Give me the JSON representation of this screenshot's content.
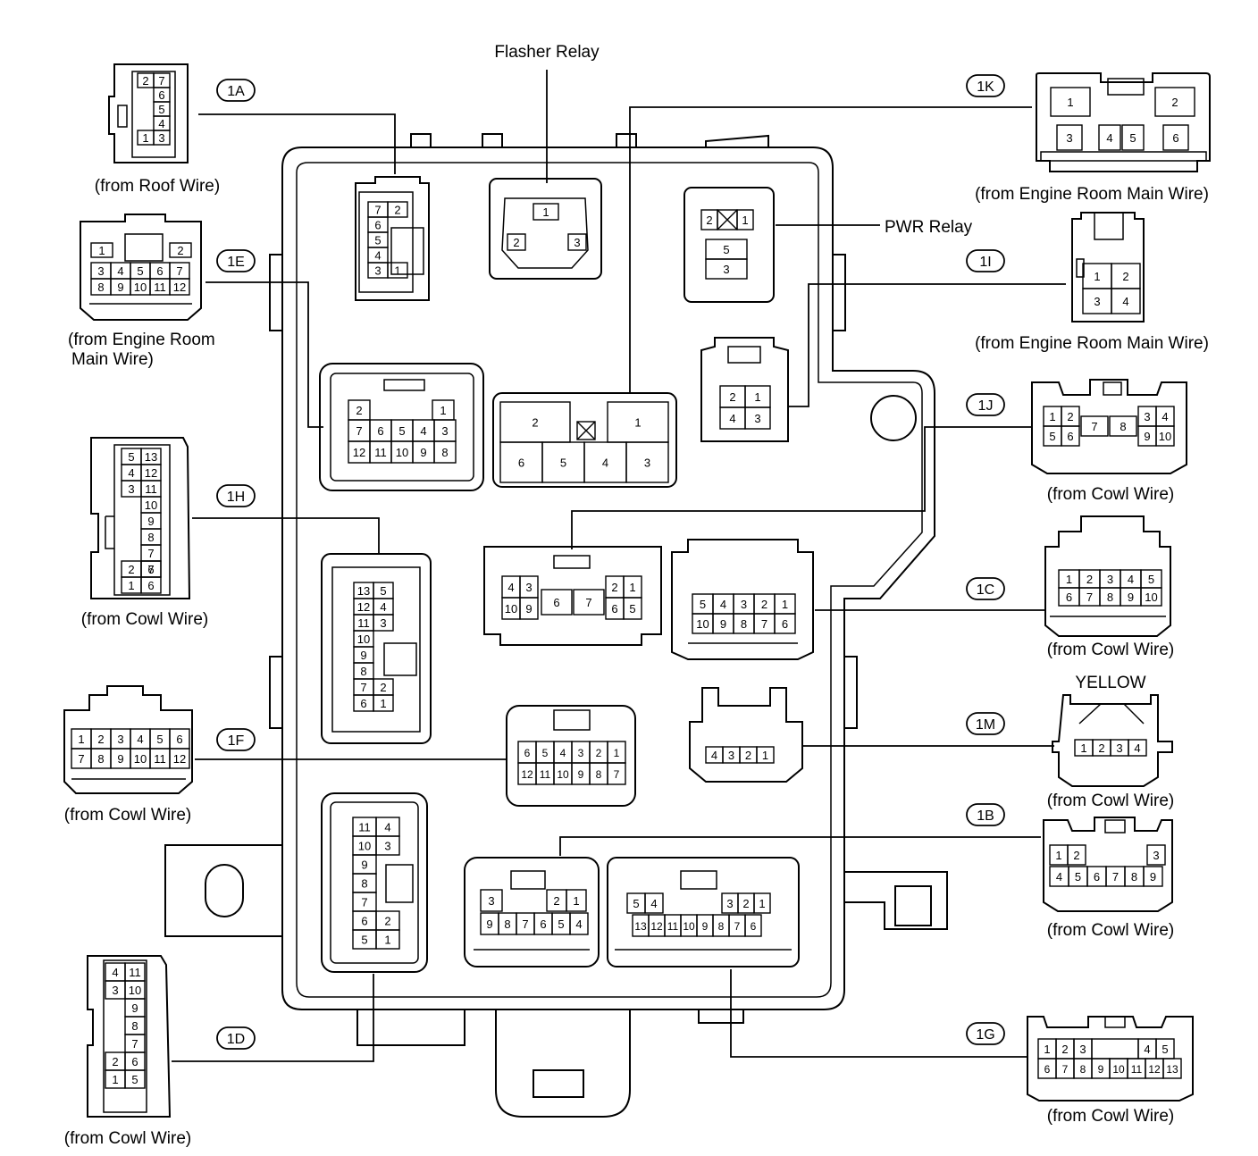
{
  "labels": {
    "flasher_relay": "Flasher Relay",
    "pwr_relay": "PWR Relay",
    "yellow": "YELLOW"
  },
  "connectors": [
    {
      "id": "1A",
      "source": "(from Roof Wire)",
      "pins": [
        "1",
        "2",
        "3",
        "4",
        "5",
        "6",
        "7"
      ]
    },
    {
      "id": "1K",
      "source": "(from Engine Room Main Wire)",
      "pins": [
        "1",
        "2",
        "3",
        "4",
        "5",
        "6"
      ]
    },
    {
      "id": "1E",
      "source_line1": "(from Engine Room",
      "source_line2": "Main Wire)",
      "pins": [
        "1",
        "2",
        "3",
        "4",
        "5",
        "6",
        "7",
        "8",
        "9",
        "10",
        "11",
        "12"
      ]
    },
    {
      "id": "1I",
      "source": "(from Engine Room Main Wire)",
      "pins": [
        "1",
        "2",
        "3",
        "4"
      ]
    },
    {
      "id": "1J",
      "source": "(from Cowl Wire)",
      "pins": [
        "1",
        "2",
        "3",
        "4",
        "5",
        "6",
        "7",
        "8",
        "9",
        "10"
      ]
    },
    {
      "id": "1H",
      "source": "(from Cowl Wire)",
      "pins": [
        "1",
        "2",
        "3",
        "4",
        "5",
        "6",
        "7",
        "8",
        "9",
        "10",
        "11",
        "12",
        "13"
      ]
    },
    {
      "id": "1C",
      "source": "(from Cowl Wire)",
      "pins": [
        "1",
        "2",
        "3",
        "4",
        "5",
        "6",
        "7",
        "8",
        "9",
        "10"
      ]
    },
    {
      "id": "1M",
      "source": "(from Cowl Wire)",
      "color": "YELLOW",
      "pins": [
        "1",
        "2",
        "3",
        "4"
      ]
    },
    {
      "id": "1F",
      "source": "(from Cowl Wire)",
      "pins": [
        "1",
        "2",
        "3",
        "4",
        "5",
        "6",
        "7",
        "8",
        "9",
        "10",
        "11",
        "12"
      ]
    },
    {
      "id": "1B",
      "source": "(from Cowl Wire)",
      "pins": [
        "1",
        "2",
        "3",
        "4",
        "5",
        "6",
        "7",
        "8",
        "9"
      ]
    },
    {
      "id": "1D",
      "source": "(from Cowl Wire)",
      "pins": [
        "1",
        "2",
        "3",
        "4",
        "5",
        "6",
        "7",
        "8",
        "9",
        "10",
        "11"
      ]
    },
    {
      "id": "1G",
      "source": "(from Cowl Wire)",
      "pins": [
        "1",
        "2",
        "3",
        "4",
        "5",
        "6",
        "7",
        "8",
        "9",
        "10",
        "11",
        "12",
        "13"
      ]
    }
  ],
  "relays": {
    "flasher": {
      "pins": [
        "1",
        "2",
        "3"
      ]
    },
    "pwr": {
      "pins": [
        "1",
        "2",
        "3",
        "5"
      ]
    },
    "big_relay": {
      "pins": [
        "1",
        "2",
        "3",
        "4",
        "5",
        "6"
      ]
    }
  }
}
